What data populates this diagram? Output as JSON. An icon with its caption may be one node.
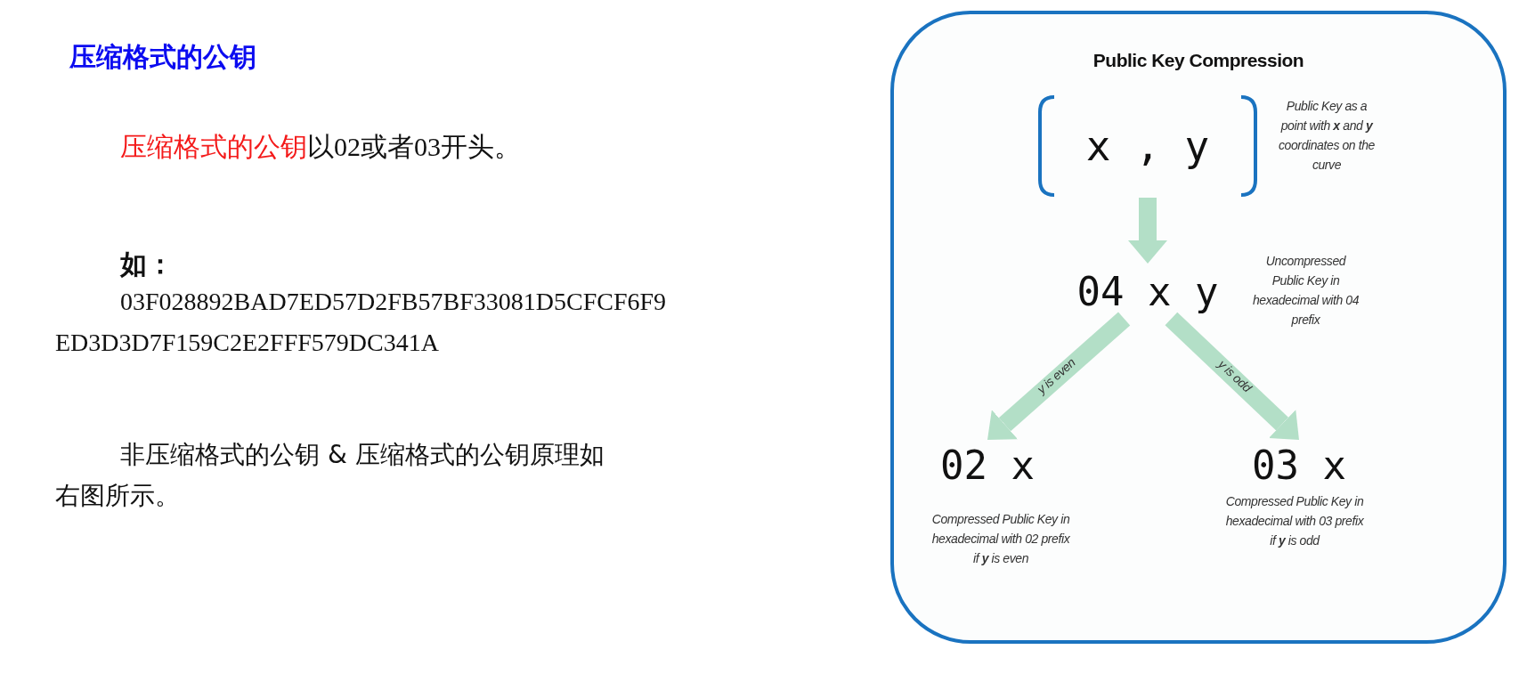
{
  "diagram": {
    "title": "压缩格式的公钥",
    "nodes": [
      {
        "text": [
          "Public Key Compression"
        ]
      },
      {
        "text": [
          "x , y"
        ],
        "in": 0,
        "beside": [
          "Public Key as a point with **x** and **y** coordinates on the curve"
        ]
      },
      {
        "text": [
          "04 x y"
        ],
        "in": 0,
        "beside": [
          "Uncompressed Public Key in hexadecimal with 04 prefix"
        ]
      },
      {
        "text": [
          "02 x"
        ],
        "in": 0,
        "beside": [
          "Compressed Public Key in hexadecimal with 02 prefix if **y** is even"
        ]
      },
      {
        "text": [
          "03 x"
        ],
        "in": 0,
        "beside": [
          "Compressed Public Key in hexadecimal with 03 prefix if **y** is odd"
        ]
      }
    ],
    "edges": [
      {
        "from": 1,
        "to": 2,
        "arrow": "to"
      },
      {
        "from": 2,
        "to": 3,
        "arrow": "to",
        "label": "y is even"
      },
      {
        "from": 2,
        "to": 4,
        "arrow": "to",
        "label": "y is odd"
      }
    ],
    "labels": [
      "压缩格式的公钥",
      "以02或者03开头。",
      "如：",
      "03F028892BAD7ED57D2FB57BF33081D5CFCF6F9ED3D3D7F159C2E2FFF579DC341A",
      "非压缩格式的公钥 & 压缩格式的公钥原理如右图所示。"
    ]
  }
}
